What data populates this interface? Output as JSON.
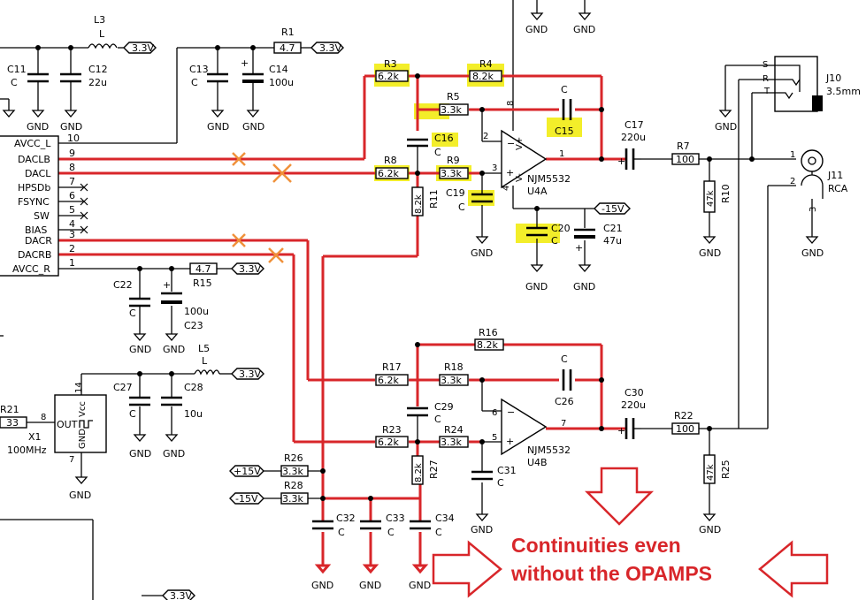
{
  "chip_pins": [
    {
      "name": "AVCC_L",
      "num": "10"
    },
    {
      "name": "DACLB",
      "num": "9"
    },
    {
      "name": "DACL",
      "num": "8"
    },
    {
      "name": "HPSDb",
      "num": "7"
    },
    {
      "name": "FSYNC",
      "num": "6"
    },
    {
      "name": "SW",
      "num": "5"
    },
    {
      "name": "BIAS",
      "num": "4"
    },
    {
      "name": "DACR",
      "num": "3"
    },
    {
      "name": "DACRB",
      "num": "2"
    },
    {
      "name": "AVCC_R",
      "num": "1"
    }
  ],
  "power": {
    "p33": "3.3V",
    "p15": "+15V",
    "n15": "-15V",
    "gnd": "GND"
  },
  "inductors": {
    "L3": "L3",
    "L3v": "L",
    "L5": "L5",
    "L5v": "L"
  },
  "resistors": {
    "R1": "R1",
    "R1v": "4.7",
    "R3": "R3",
    "R3v": "6.2k",
    "R4": "R4",
    "R4v": "8.2k",
    "R5": "R5",
    "R5v": "3.3k",
    "R7": "R7",
    "R7v": "100",
    "R8": "R8",
    "R8v": "6.2k",
    "R9": "R9",
    "R9v": "3.3k",
    "R10": "R10",
    "R10v": "47k",
    "R11": "R11",
    "R11v": "8.2k",
    "R15": "R15",
    "R15v": "4.7",
    "R16": "R16",
    "R16v": "8.2k",
    "R17": "R17",
    "R17v": "6.2k",
    "R18": "R18",
    "R18v": "3.3k",
    "R21": "R21",
    "R21v": "33",
    "R22": "R22",
    "R22v": "100",
    "R23": "R23",
    "R23v": "6.2k",
    "R24": "R24",
    "R24v": "3.3k",
    "R25": "R25",
    "R25v": "47k",
    "R26": "R26",
    "R26v": "3.3k",
    "R27": "R27",
    "R27v": "8.2k",
    "R28": "R28",
    "R28v": "3.3k"
  },
  "caps": {
    "C11": "C11",
    "C11v": "C",
    "C12": "C12",
    "C12v": "22u",
    "C13": "C13",
    "C13v": "C",
    "C14": "C14",
    "C14v": "100u",
    "C15": "C15",
    "C15v": "C",
    "C16": "C16",
    "C16v": "C",
    "C17": "C17",
    "C17v": "220u",
    "C19": "C19",
    "C19v": "C",
    "C20": "C20",
    "C20v": "C",
    "C21": "C21",
    "C21v": "47u",
    "C22": "C22",
    "C22v": "C",
    "C23": "C23",
    "C23v": "100u",
    "C26": "C26",
    "C26v": "C",
    "C27": "C27",
    "C27v": "C",
    "C28": "C28",
    "C28v": "10u",
    "C29": "C29",
    "C29v": "C",
    "C30": "C30",
    "C30v": "220u",
    "C31": "C31",
    "C31v": "C",
    "C32": "C32",
    "C32v": "C",
    "C33": "C33",
    "C33v": "C",
    "C34": "C34",
    "C34v": "C"
  },
  "opamps": {
    "u4a_part": "NJM5532",
    "u4a_ref": "U4A",
    "u4b_part": "NJM5532",
    "u4b_ref": "U4B",
    "pin1": "1",
    "pin2": "2",
    "pin3": "3",
    "pin4": "4",
    "pin5": "5",
    "pin6": "6",
    "pin7": "7",
    "pin8": "8",
    "vplus": "V+",
    "vminus": "V-"
  },
  "oscillator": {
    "ref": "X1",
    "freq": "100MHz",
    "out": "OUT",
    "vcc": "Vcc",
    "gnd": "GND",
    "p14": "14",
    "p8": "8",
    "p7": "7"
  },
  "connectors": {
    "j10_ref": "J10",
    "j10_name": "3.5mm",
    "s": "S",
    "r": "R",
    "t": "T",
    "j11_ref": "J11",
    "j11_name": "RCA",
    "p1": "1",
    "p2": "2",
    "p3": "3"
  },
  "annotation": {
    "line1": "Continuities even",
    "line2": "without the OPAMPS"
  }
}
